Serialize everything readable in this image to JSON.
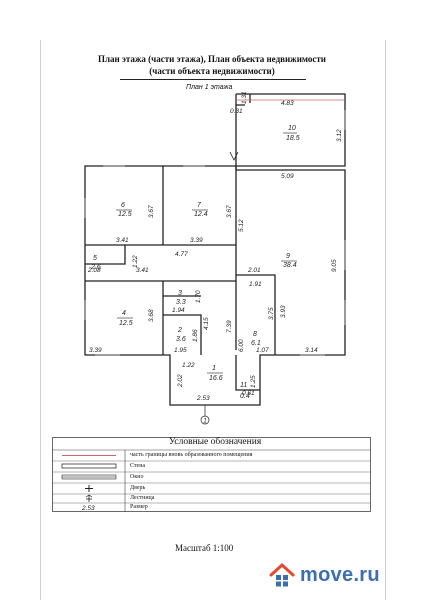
{
  "header": {
    "title_line1": "План этажа (части этажа), План объекта недвижимости",
    "title_line2": "(части объекта недвижимости)",
    "floor_label": "План 1 этажа"
  },
  "rooms": [
    {
      "id": "10",
      "area": "18.5"
    },
    {
      "id": "6",
      "area": "12.5"
    },
    {
      "id": "7",
      "area": "12.4"
    },
    {
      "id": "9",
      "area": "38.4"
    },
    {
      "id": "5",
      "area": "2.6"
    },
    {
      "id": "3",
      "area": "3.3"
    },
    {
      "id": "4",
      "area": "12.5"
    },
    {
      "id": "2",
      "area": "3.6"
    },
    {
      "id": "8",
      "area": "6.1"
    },
    {
      "id": "1",
      "area": "16.6"
    },
    {
      "id": "11",
      "area": "0.4"
    }
  ],
  "dimensions": {
    "d_0_31": "0.31",
    "d_1_31": "1.31",
    "d_4_83": "4.83",
    "d_3_12": "3.12",
    "d_5_09": "5.09",
    "d_3_67a": "3.67",
    "d_3_67b": "3.67",
    "d_5_12": "5.12",
    "d_3_41a": "3.41",
    "d_3_39a": "3.39",
    "d_4_77": "4.77",
    "d_2_08": "2.08",
    "d_1_22a": "1.22",
    "d_3_41b": "3.41",
    "d_2_01": "2.01",
    "d_9_05": "9.05",
    "d_1_91": "1.91",
    "d_3_75": "3.75",
    "d_3_93": "3.93",
    "d_1_70": "1.70",
    "d_1_94": "1.94",
    "d_3_68": "3.68",
    "d_4_15": "4.15",
    "d_7_39": "7.39",
    "d_1_86": "1.86",
    "d_1_95": "1.95",
    "d_3_39b": "3.39",
    "d_6_00": "6.00",
    "d_1_07": "1.07",
    "d_3_14": "3.14",
    "d_1_22b": "1.22",
    "d_2_02": "2.02",
    "d_2_53": "2.53",
    "d_1_25": "1.25",
    "d_0_61": "0.61"
  },
  "entrance_marker": "1",
  "legend": {
    "title": "Условные обозначения",
    "items": [
      {
        "symbol": "boundary-line",
        "label": "часть границы вновь образованного помещения"
      },
      {
        "symbol": "wall",
        "label": "Стена"
      },
      {
        "symbol": "window",
        "label": "Окно"
      },
      {
        "symbol": "door",
        "label": "Дверь"
      },
      {
        "symbol": "stairs",
        "label": "Лестница"
      },
      {
        "symbol": "size-sample",
        "symbol_text": "2.53",
        "label": "Размер"
      }
    ]
  },
  "scale": "Масштаб 1:100",
  "logo": {
    "text": "move.ru",
    "icon": "house-logo-icon",
    "color": "#3b6fb0"
  }
}
